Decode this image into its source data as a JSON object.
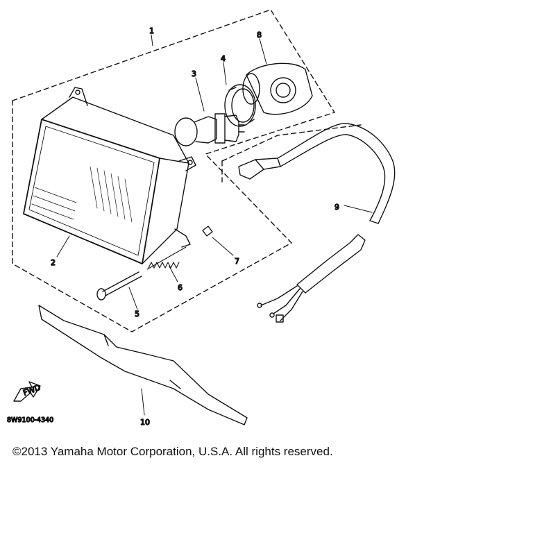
{
  "diagram": {
    "callouts": {
      "c1": "1",
      "c2": "2",
      "c3": "3",
      "c4": "4",
      "c5": "5",
      "c6": "6",
      "c7": "7",
      "c8": "8",
      "c9": "9",
      "c10": "10"
    },
    "direction_arrow_label": "FWD",
    "drawing_code": "8W9100-4340"
  },
  "copyright": "©2013 Yamaha Motor Corporation, U.S.A. All rights reserved."
}
